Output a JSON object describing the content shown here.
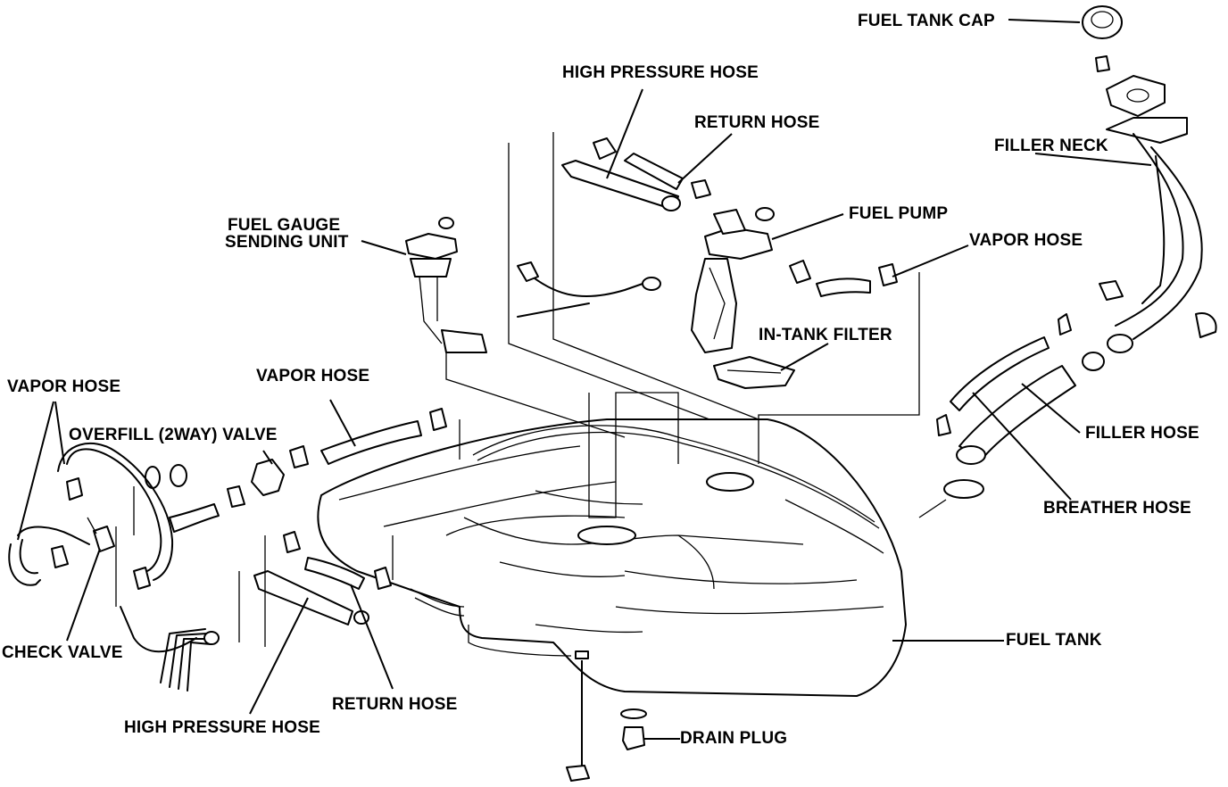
{
  "labels": {
    "fuel_tank_cap": "FUEL TANK CAP",
    "high_pressure_hose_top": "HIGH PRESSURE HOSE",
    "return_hose_top": "RETURN HOSE",
    "filler_neck": "FILLER NECK",
    "fuel_gauge_line1": "FUEL GAUGE",
    "fuel_gauge_line2": "SENDING UNIT",
    "fuel_pump": "FUEL PUMP",
    "vapor_hose_right": "VAPOR HOSE",
    "in_tank_filter": "IN-TANK FILTER",
    "vapor_hose_left": "VAPOR HOSE",
    "vapor_hose_middle": "VAPOR HOSE",
    "overfill_valve": "OVERFILL (2WAY) VALVE",
    "filler_hose": "FILLER HOSE",
    "breather_hose": "BREATHER HOSE",
    "fuel_tank": "FUEL TANK",
    "check_valve": "CHECK VALVE",
    "return_hose_bottom": "RETURN HOSE",
    "high_pressure_hose_bottom": "HIGH PRESSURE HOSE",
    "drain_plug": "DRAIN PLUG"
  }
}
